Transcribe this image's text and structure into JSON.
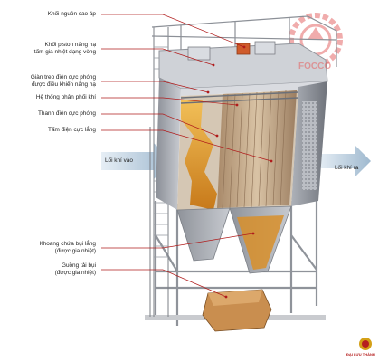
{
  "labels": {
    "high_voltage_source": "Khối nguồn cao áp",
    "lifting_piston": [
      "Khối piston nâng hạ",
      "tấm gia nhiệt dạng vòng"
    ],
    "electrode_hanger": [
      "Giàn treo điện cực phóng",
      "được điều khiển nâng hạ"
    ],
    "gas_distribution": "Hệ thống phân phối khí",
    "discharge_bars": "Thanh điện cực phóng",
    "collector_plates": "Tấm điện cực lắng",
    "dust_hopper": [
      "Khoang chứa bụi lắng",
      "(được gia nhiệt)"
    ],
    "dust_trough": [
      "Guồng tải bụi",
      "(được gia nhiệt)"
    ],
    "gas_inlet": "Lối khí vào",
    "gas_outlet": "Lối khí ra"
  },
  "watermark": {
    "logo_text": "FOCCO",
    "bottom_logo_text": "ĐẠI LƯU THÀNH"
  },
  "colors": {
    "leader_line": "#b01c1c",
    "steel_light": "#e6e6e8",
    "steel_mid": "#b9bcc2",
    "steel_dark": "#7c8088",
    "dust_orange": "#e8a21f",
    "arrow_blue": "#b7ccdd",
    "watermark_red": "#e46a6a"
  }
}
